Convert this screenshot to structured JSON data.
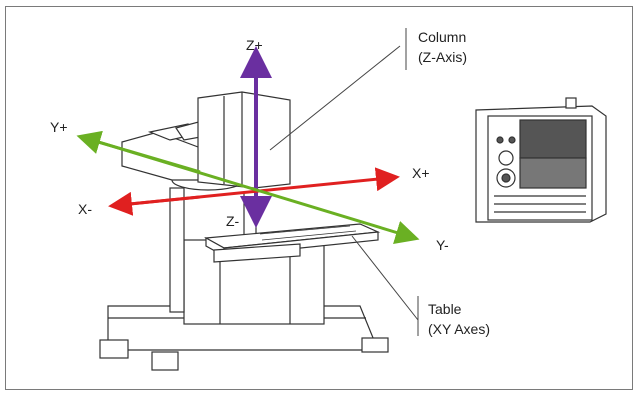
{
  "labels": {
    "column_title": "Column",
    "column_sub": "(Z-Axis)",
    "table_title": "Table",
    "table_sub": "(XY Axes)",
    "z_plus": "Z+",
    "z_minus": "Z-",
    "x_plus": "X+",
    "x_minus": "X-",
    "y_plus": "Y+",
    "y_minus": "Y-"
  },
  "axis_colors": {
    "x": "#e02020",
    "y": "#6ab023",
    "z": "#6a2fa0"
  },
  "icons": [
    "cnc-mill-drawing",
    "cnc-control-panel"
  ]
}
